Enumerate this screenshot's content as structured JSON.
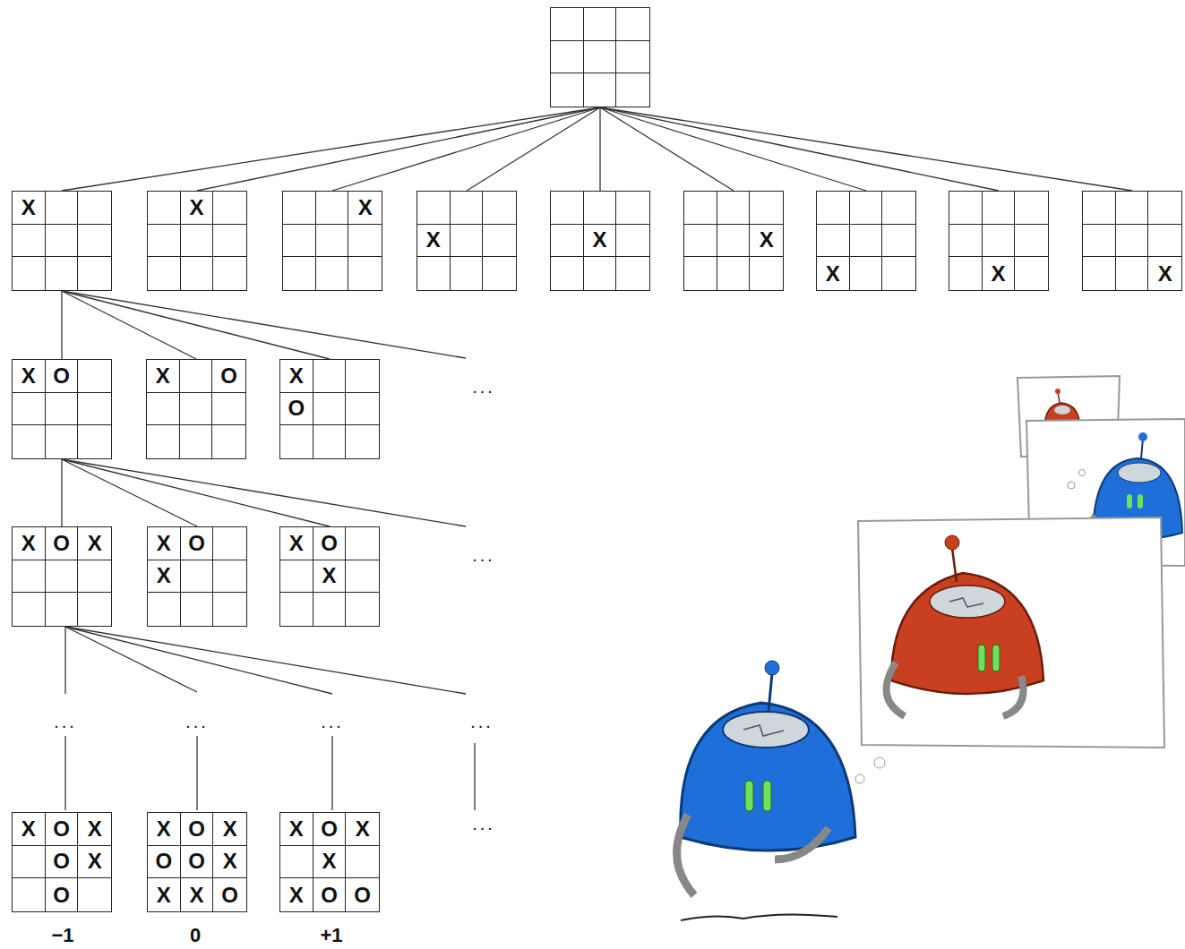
{
  "diagram": {
    "nodes": [
      {
        "text": []
      },
      {
        "text": [
          "X"
        ]
      },
      {
        "text": [
          "X"
        ]
      },
      {
        "text": [
          "X"
        ]
      },
      {
        "text": [
          "X"
        ]
      },
      {
        "text": [
          "X"
        ]
      },
      {
        "text": [
          "X"
        ]
      },
      {
        "text": [
          "X"
        ]
      },
      {
        "text": [
          "X"
        ]
      },
      {
        "text": [
          "X"
        ]
      },
      {
        "text": [
          "X",
          "O"
        ]
      },
      {
        "text": [
          "X",
          "O"
        ]
      },
      {
        "text": [
          "X",
          "O"
        ]
      },
      {
        "text": [
          "X",
          "O",
          "X"
        ]
      },
      {
        "text": [
          "X",
          "O",
          "X"
        ]
      },
      {
        "text": [
          "X",
          "O",
          "X"
        ]
      },
      {
        "text": [
          "X",
          "O",
          "X",
          "O",
          "X",
          "O"
        ]
      },
      {
        "text": [
          "X",
          "O",
          "X",
          "O",
          "O",
          "X",
          "X",
          "X",
          "O"
        ]
      },
      {
        "text": [
          "X",
          "O",
          "X",
          "X",
          "X",
          "O",
          "O"
        ]
      }
    ],
    "edges": [
      {
        "from": 0,
        "to": 1,
        "arrow": "none"
      },
      {
        "from": 0,
        "to": 2,
        "arrow": "none"
      },
      {
        "from": 0,
        "to": 3,
        "arrow": "none"
      },
      {
        "from": 0,
        "to": 4,
        "arrow": "none"
      },
      {
        "from": 0,
        "to": 5,
        "arrow": "none"
      },
      {
        "from": 0,
        "to": 6,
        "arrow": "none"
      },
      {
        "from": 0,
        "to": 7,
        "arrow": "none"
      },
      {
        "from": 0,
        "to": 8,
        "arrow": "none"
      },
      {
        "from": 0,
        "to": 9,
        "arrow": "none"
      },
      {
        "from": 1,
        "to": 10,
        "arrow": "none"
      },
      {
        "from": 1,
        "to": 11,
        "arrow": "none"
      },
      {
        "from": 1,
        "to": 12,
        "arrow": "none"
      },
      {
        "from": 10,
        "to": 13,
        "arrow": "none"
      },
      {
        "from": 10,
        "to": 14,
        "arrow": "none"
      },
      {
        "from": 10,
        "to": 15,
        "arrow": "none"
      }
    ],
    "labels": [
      "...",
      "...",
      "...",
      "...",
      "...",
      "...",
      "...",
      "−1",
      "0",
      "+1"
    ]
  }
}
